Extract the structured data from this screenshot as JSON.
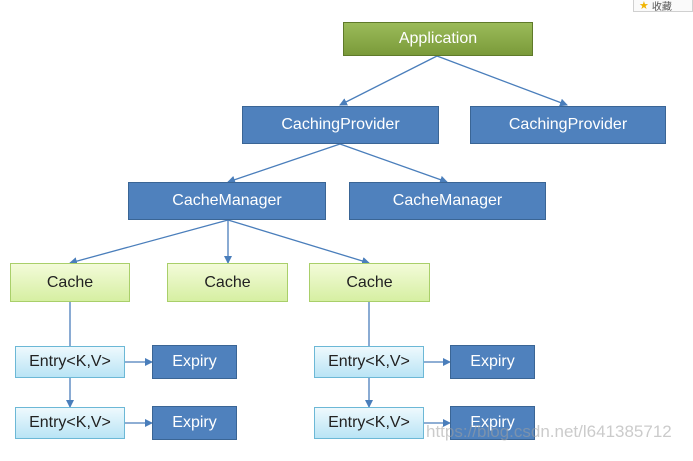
{
  "diagram": {
    "application": "Application",
    "caching_providers": [
      "CachingProvider",
      "CachingProvider"
    ],
    "cache_managers": [
      "CacheManager",
      "CacheManager"
    ],
    "caches": [
      "Cache",
      "Cache",
      "Cache"
    ],
    "entry_label": "Entry<K,V>",
    "expiry_label": "Expiry"
  },
  "badge": {
    "icon": "star-icon",
    "label": "收藏"
  },
  "watermark": "https://blog.csdn.net/l641385712",
  "colors": {
    "application": "#9bbb59",
    "provider": "#4f81bd",
    "cache": "#e4f5c0",
    "entry": "#cdeef9",
    "connector": "#4a7ebb"
  }
}
